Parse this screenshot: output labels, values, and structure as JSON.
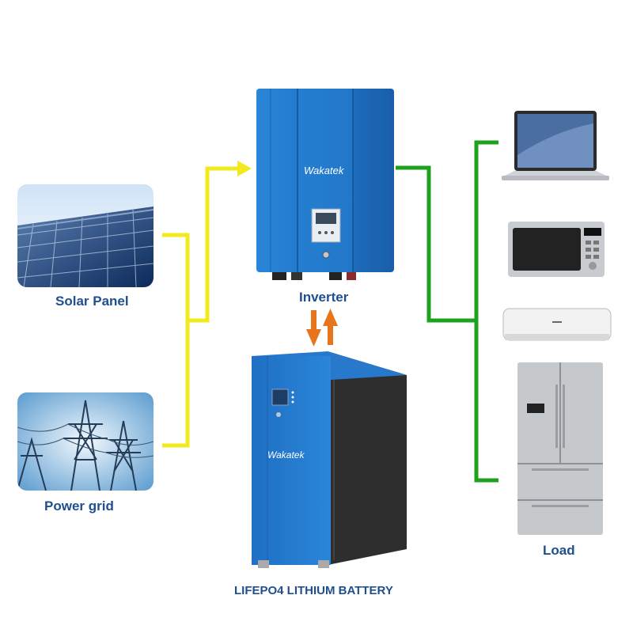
{
  "labels": {
    "solar_panel": "Solar Panel",
    "power_grid": "Power grid",
    "inverter": "Inverter",
    "battery": "LIFEPO4 LITHIUM BATTERY",
    "load": "Load"
  },
  "brand": {
    "inverter_logo": "Wakatek",
    "battery_logo": "Wakatek"
  },
  "colors": {
    "input_lines": "#f2ea1c",
    "output_lines": "#1ea21e",
    "battery_arrows": "#e8741c",
    "device_blue": "#1f74c8",
    "label_text": "#1f4f8f"
  },
  "icons": [
    "solar-panel-photo",
    "power-grid-photo",
    "inverter-device",
    "battery-device",
    "laptop-icon",
    "microwave-icon",
    "air-conditioner-icon",
    "refrigerator-icon"
  ]
}
